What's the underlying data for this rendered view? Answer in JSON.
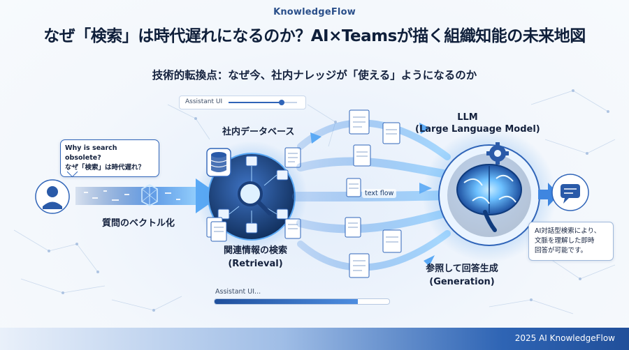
{
  "header": {
    "brand": "KnowledgeFlow",
    "title": "なぜ「検索」は時代遅れになるのか？AI×Teamsが描く組織知能の未来地図",
    "subtitle": "技術的転換点：なぜ今、社内ナレッジが「使える」ようになるのか"
  },
  "assistant_top": {
    "label": "Assistant UI",
    "progress": 0.78
  },
  "question_bubble": {
    "line1": "Why is search obsolete?",
    "line2": "なぜ「検索」は時代遅れ？"
  },
  "labels": {
    "vectorize": "質問のベクトル化",
    "database": "社内データベース",
    "retrieval_line1": "関連情報の検索",
    "retrieval_line2": "(Retrieval)",
    "text_flow": "text flow",
    "llm_line1": "LLM",
    "llm_line2": "(Large Language Model)",
    "generation_line1": "参照して回答生成",
    "generation_line2": "(Generation)"
  },
  "answer": {
    "line1": "AI対話型検索により、",
    "line2": "文脈を理解した即時",
    "line3": "回答が可能です。"
  },
  "assistant_bottom": {
    "label": "Assistant UI...",
    "progress": 0.82
  },
  "footer": {
    "text": "2025 AI KnowledgeFlow"
  },
  "icons": {
    "user": "user-icon",
    "database": "database-icon",
    "search": "magnifier-icon",
    "brain": "brain-icon",
    "gear": "gear-icon",
    "chat": "chat-icon",
    "document": "document-icon",
    "cube": "cube-icon"
  },
  "colors": {
    "accent": "#2f64b8",
    "glow": "#5aa9f5",
    "dark": "#14213d",
    "background": "#f3f7fc"
  }
}
